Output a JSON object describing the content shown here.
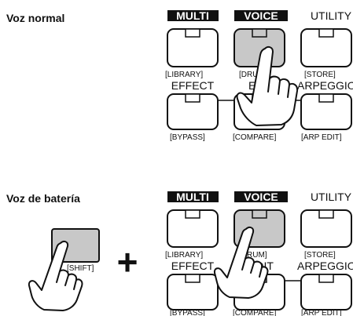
{
  "section1": {
    "title": "Voz normal",
    "buttons": {
      "multi": "MULTI",
      "voice": "VOICE",
      "utility": "UTILITY",
      "library": "[LIBRARY]",
      "drum": "[DRUM]",
      "store": "[STORE]",
      "effect": "EFFECT",
      "edit": "EDIT",
      "arpeggio": "ARPEGGIO",
      "bypass": "[BYPASS]",
      "compare": "[COMPARE]",
      "arp_edit": "[ARP EDIT]"
    }
  },
  "section2": {
    "title": "Voz de batería",
    "shift": "[SHIFT]",
    "plus": "+",
    "buttons": {
      "multi": "MULTI",
      "voice": "VOICE",
      "utility": "UTILITY",
      "library": "[LIBRARY]",
      "drum": "[DRUM]",
      "store": "[STORE]",
      "effect": "EFFECT",
      "edit": "EDIT",
      "arpeggio": "ARPEGGIO",
      "bypass": "[BYPASS]",
      "compare": "[COMPARE]",
      "arp_edit": "[ARP EDIT]"
    }
  },
  "colors": {
    "pressed_fill": "#c8c8c8",
    "label_bg": "#111111",
    "stroke": "#111111"
  }
}
